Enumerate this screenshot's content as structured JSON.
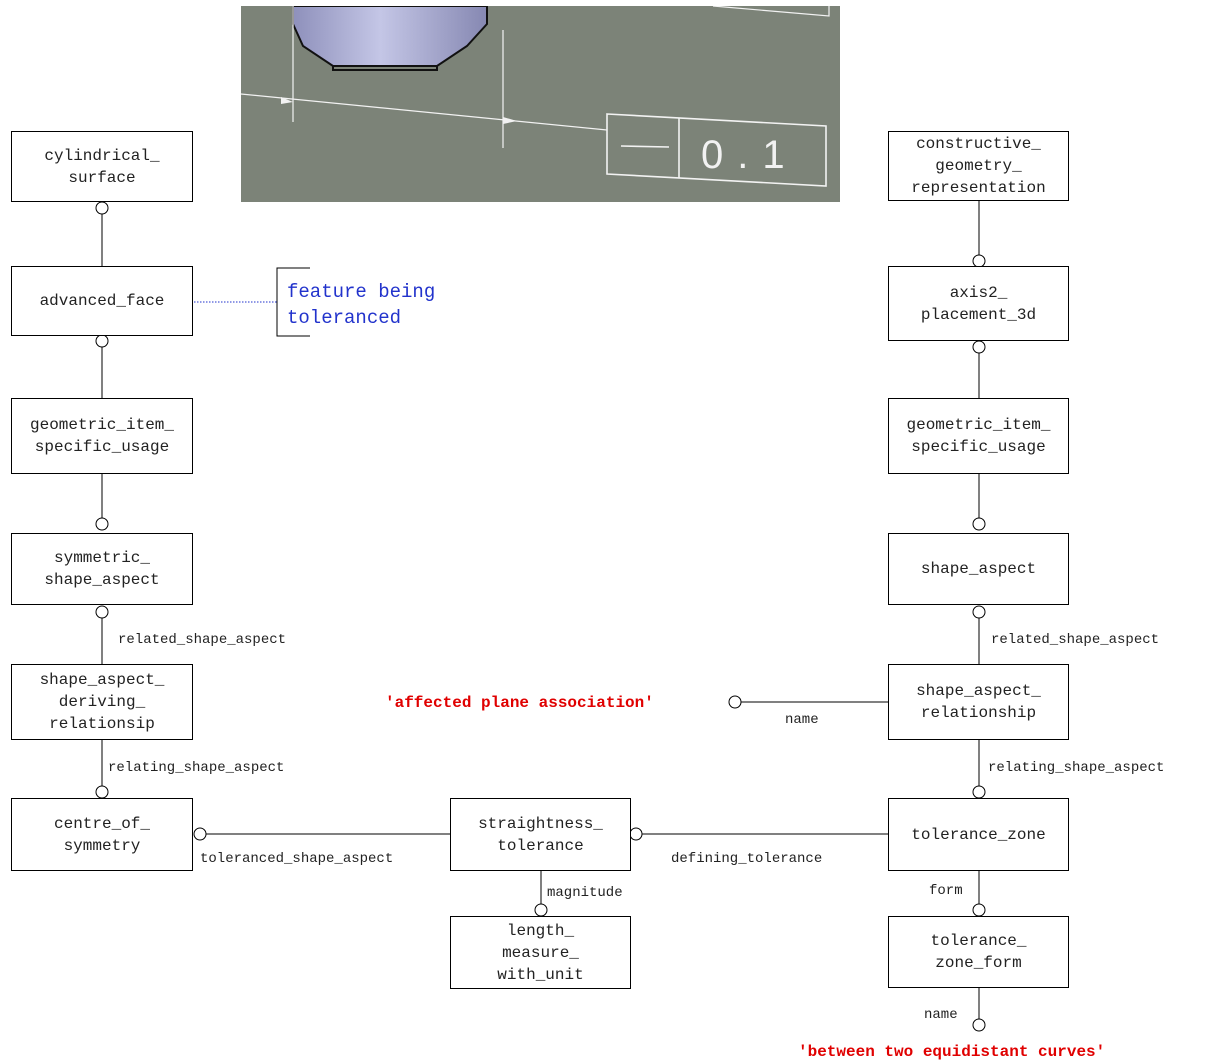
{
  "photo": {
    "tolerance_value": "0.1",
    "colors": {
      "background": "#7c8378",
      "cylinder": "#a6a8cc",
      "lines": "#f2f2f2"
    }
  },
  "boxes": {
    "cylindrical_surface": "cylindrical_\nsurface",
    "advanced_face": "advanced_face",
    "gisu_left": "geometric_item_\nspecific_usage",
    "symmetric_shape_aspect": "symmetric_\nshape_aspect",
    "sadr": "shape_aspect_\nderiving_\nrelationsip",
    "centre_of_symmetry": "centre_of_\nsymmetry",
    "straightness_tolerance": "straightness_\ntolerance",
    "length_measure": "length_\nmeasure_\nwith_unit",
    "constructive_geometry": "constructive_\ngeometry_\nrepresentation",
    "axis2_placement": "axis2_\nplacement_3d",
    "gisu_right": "geometric_item_\nspecific_usage",
    "shape_aspect": "shape_aspect",
    "shape_aspect_relationship": "shape_aspect_\nrelationship",
    "tolerance_zone": "tolerance_zone",
    "tolerance_zone_form": "tolerance_\nzone_form"
  },
  "labels": {
    "related_left": "related_shape_aspect",
    "relating_left": "relating_shape_aspect",
    "toleranced": "toleranced_shape_aspect",
    "magnitude": "magnitude",
    "defining": "defining_tolerance",
    "related_right": "related_shape_aspect",
    "relating_right": "relating_shape_aspect",
    "name_mid": "name",
    "form": "form",
    "name_bottom": "name"
  },
  "values": {
    "affected_plane": "'affected plane association'",
    "equidistant": "'between two equidistant curves'"
  },
  "note": {
    "text": "feature being\ntoleranced",
    "color": "#2233cc"
  },
  "colors": {
    "line": "#000000",
    "value_text": "#e00000"
  }
}
